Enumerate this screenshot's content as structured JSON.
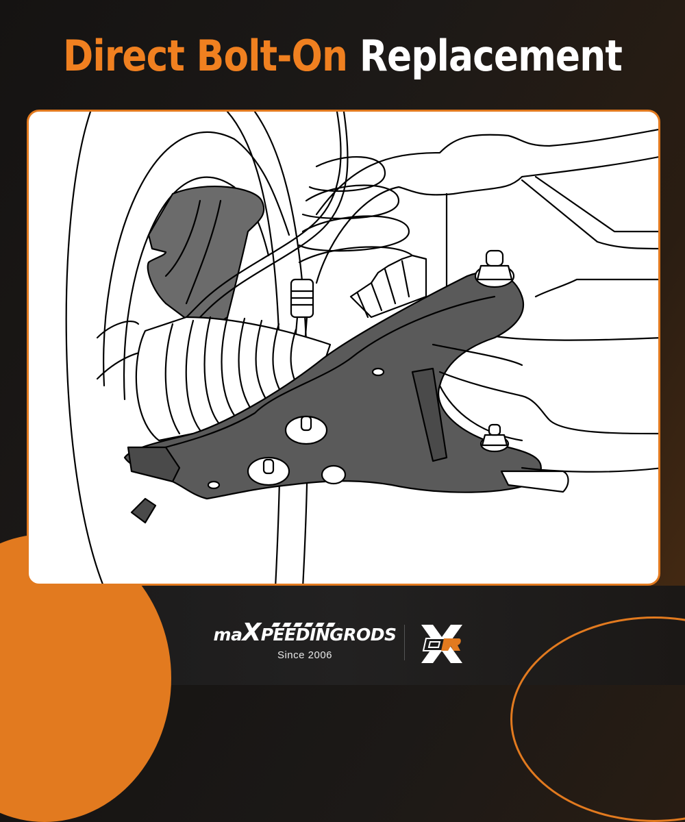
{
  "headline": {
    "accent_text": "Direct Bolt-On",
    "plain_text": "Replacement",
    "accent_color": "#f08020",
    "plain_color": "#ffffff"
  },
  "illustration": {
    "subject": "front suspension lower control arm installed on vehicle",
    "highlighted_parts": [
      "lower-control-arm",
      "upper-control-arm"
    ],
    "highlight_color": "#6b6b6b",
    "line_color": "#000000",
    "background_color": "#ffffff",
    "border_color": "#e27a1f"
  },
  "footer": {
    "brand_name_prefix": "ma",
    "brand_name_x": "X",
    "brand_name_suffix": "PEEDINGRODS",
    "tagline": "Since 2006",
    "secondary_logo_letters": "OR"
  },
  "colors": {
    "brand_orange": "#e27a1f",
    "dark_bg": "#1c1917"
  }
}
